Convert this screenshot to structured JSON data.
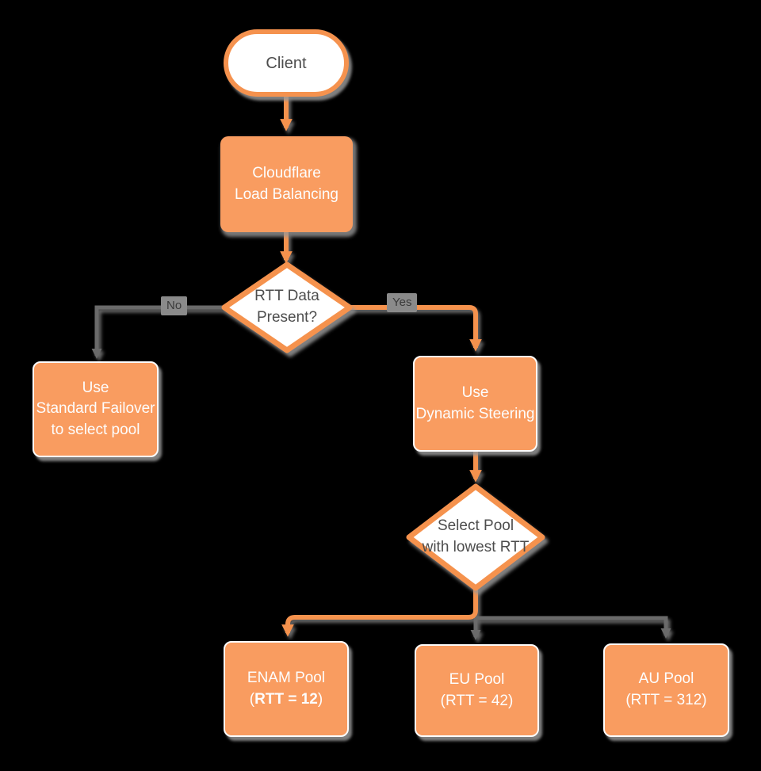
{
  "diagram": {
    "colors": {
      "background": "#000000",
      "shape_fill_orange": "#F99C60",
      "shape_border_orange": "#F5924E",
      "connector_orange": "#F5924E",
      "connector_gray": "#6B6B6B",
      "text_on_orange": "#FDFDFD",
      "text_dark": "#4D4D4D",
      "edge_label_bg": "#8A8A8A",
      "shadow_gray": "#969696"
    },
    "nodes": {
      "client": {
        "type": "terminator",
        "lines": [
          "Client"
        ]
      },
      "cloudflare_lb": {
        "type": "process",
        "lines": [
          "Cloudflare",
          "Load Balancing"
        ]
      },
      "rtt_data_present": {
        "type": "decision",
        "lines": [
          "RTT Data",
          "Present?"
        ]
      },
      "standard_failover": {
        "type": "process",
        "lines": [
          "Use",
          "Standard Failover",
          "to select pool"
        ]
      },
      "dynamic_steering": {
        "type": "process",
        "lines": [
          "Use",
          "Dynamic Steering"
        ]
      },
      "select_pool": {
        "type": "decision",
        "lines": [
          "Select Pool",
          "with lowest RTT"
        ]
      },
      "enam_pool": {
        "type": "process",
        "line1": "ENAM Pool",
        "line2_prefix": "(",
        "line2_bold": "RTT = 12",
        "line2_suffix": ")"
      },
      "eu_pool": {
        "type": "process",
        "lines": [
          "EU Pool",
          "(RTT = 42)"
        ]
      },
      "au_pool": {
        "type": "process",
        "lines": [
          "AU Pool",
          "(RTT = 312)"
        ]
      }
    },
    "edge_labels": {
      "no": "No",
      "yes": "Yes"
    }
  }
}
